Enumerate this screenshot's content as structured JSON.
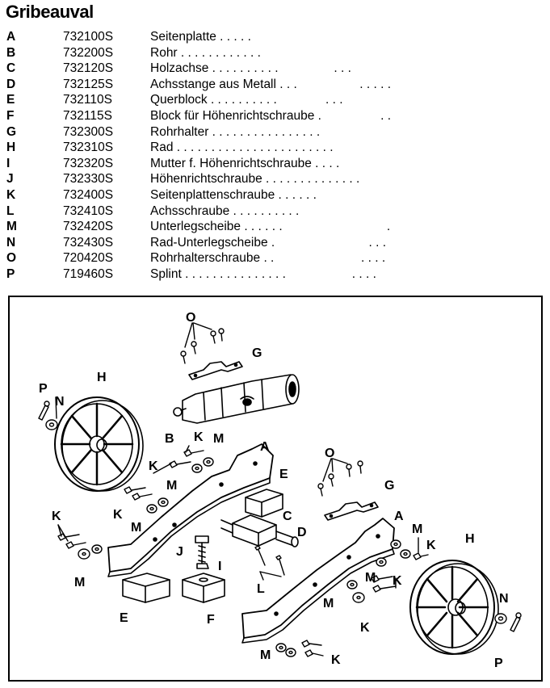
{
  "title": "Gribeauval",
  "parts": [
    {
      "letter": "A",
      "number": "732100S",
      "name": "Seitenplatte . . . . ."
    },
    {
      "letter": "B",
      "number": "732200S",
      "name": "Rohr . . . . . . . . . . . ."
    },
    {
      "letter": "C",
      "number": "732120S",
      "name": "Holzachse . . . . . . . . . .                . . ."
    },
    {
      "letter": "D",
      "number": "732125S",
      "name": "Achsstange aus Metall . . .                  . . . . ."
    },
    {
      "letter": "E",
      "number": "732110S",
      "name": "Querblock . . . . . . . . . .              . . ."
    },
    {
      "letter": "F",
      "number": "732115S",
      "name": "Block für Höhenrichtschraube .                 . ."
    },
    {
      "letter": "G",
      "number": "732300S",
      "name": "Rohrhalter . . . . . . . . . . . . . . . ."
    },
    {
      "letter": "H",
      "number": "732310S",
      "name": "Rad . . . . . . . . . . . . . . . . . . . . . . ."
    },
    {
      "letter": "I",
      "number": "732320S",
      "name": "Mutter f. Höhenrichtschraube . . . ."
    },
    {
      "letter": "J",
      "number": "732330S",
      "name": "Höhenrichtschraube . . . . . . . . . . . . . ."
    },
    {
      "letter": "K",
      "number": "732400S",
      "name": "Seitenplattenschraube . . . . . ."
    },
    {
      "letter": "L",
      "number": "732410S",
      "name": "Achsschraube . . . . . . . . . ."
    },
    {
      "letter": "M",
      "number": "732420S",
      "name": "Unterlegscheibe . . . . . .                              ."
    },
    {
      "letter": "N",
      "number": "732430S",
      "name": "Rad-Unterlegscheibe .                           . . ."
    },
    {
      "letter": "O",
      "number": "720420S",
      "name": "Rohrhalterschraube . .                         . . . ."
    },
    {
      "letter": "P",
      "number": "719460S",
      "name": "Splint . . . . . . . . . . . . . . .                   . . . ."
    }
  ],
  "diagram_labels": {
    "O1": "O",
    "G1": "G",
    "H1": "H",
    "P1": "P",
    "N1": "N",
    "B": "B",
    "K1": "K",
    "M1": "M",
    "K2": "K",
    "M2": "M",
    "K3": "K",
    "M3": "M",
    "A1": "A",
    "E1": "E",
    "C": "C",
    "D": "D",
    "O2": "O",
    "G2": "G",
    "A2": "A",
    "M4": "M",
    "K4": "K",
    "H2": "H",
    "K5": "K",
    "M5": "M",
    "J": "J",
    "I": "I",
    "L": "L",
    "M6": "M",
    "K6": "K",
    "K7": "K",
    "M7": "M",
    "E2": "E",
    "F": "F",
    "N2": "N",
    "P2": "P",
    "M8": "M",
    "K8": "K"
  }
}
